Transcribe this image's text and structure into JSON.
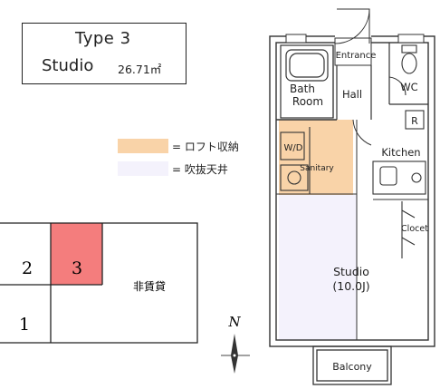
{
  "title": {
    "type_label": "Type 3",
    "layout_label": "Studio",
    "area_label": "26.71㎡"
  },
  "legend": [
    {
      "color": "#f9d3a8",
      "label": "= ロフト収納"
    },
    {
      "color": "#f4f2fc",
      "label": "= 吹抜天井"
    }
  ],
  "key_map": {
    "units": [
      "1",
      "2",
      "3"
    ],
    "highlighted": "3",
    "highlight_color": "#f47d7d",
    "other_label": "非賃貸"
  },
  "compass": {
    "label": "N"
  },
  "rooms": {
    "entrance": "Entrance",
    "bath_line1": "Bath",
    "bath_line2": "Room",
    "hall": "Hall",
    "wc": "WC",
    "fridge": "R",
    "wd": "W/D",
    "sanitary": "Sanitary",
    "kitchen": "Kitchen",
    "closet": "Clocet",
    "studio_line1": "Studio",
    "studio_line2": "(10.0J)",
    "balcony": "Balcony"
  }
}
